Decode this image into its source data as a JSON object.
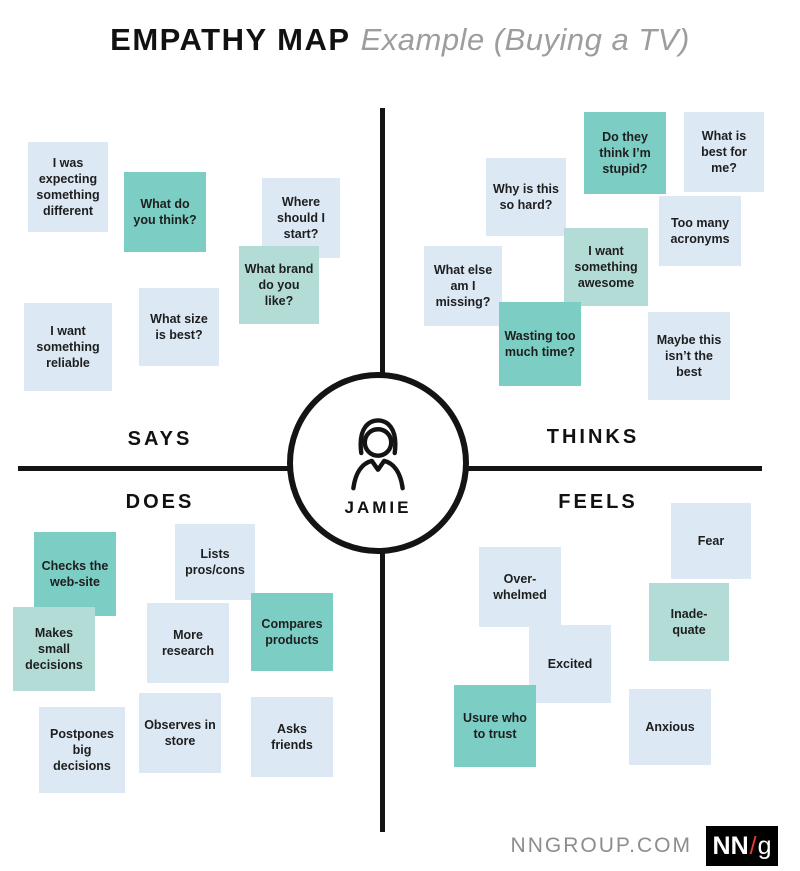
{
  "title": {
    "main": "EMPATHY MAP",
    "sub": "Example (Buying a TV)"
  },
  "center": {
    "name": "JAMIE",
    "icon": "person-icon"
  },
  "quadrants": {
    "says": {
      "label": "SAYS",
      "notes": [
        {
          "text": "I was expecting something different",
          "color": "blue"
        },
        {
          "text": "What do you think?",
          "color": "teal"
        },
        {
          "text": "Where should I start?",
          "color": "blue"
        },
        {
          "text": "What brand do you like?",
          "color": "mint"
        },
        {
          "text": "What size is best?",
          "color": "blue"
        },
        {
          "text": "I want something reliable",
          "color": "blue"
        }
      ]
    },
    "thinks": {
      "label": "THINKS",
      "notes": [
        {
          "text": "Do they think I’m stupid?",
          "color": "teal"
        },
        {
          "text": "What is best for me?",
          "color": "blue"
        },
        {
          "text": "Why is this so hard?",
          "color": "blue"
        },
        {
          "text": "Too many acronyms",
          "color": "blue"
        },
        {
          "text": "I want something awesome",
          "color": "mint"
        },
        {
          "text": "What else am I missing?",
          "color": "blue"
        },
        {
          "text": "Wasting too much time?",
          "color": "teal"
        },
        {
          "text": "Maybe this isn’t the best",
          "color": "blue"
        }
      ]
    },
    "does": {
      "label": "DOES",
      "notes": [
        {
          "text": "Checks the web-site",
          "color": "teal"
        },
        {
          "text": "Lists pros/cons",
          "color": "blue"
        },
        {
          "text": "Makes small decisions",
          "color": "mint"
        },
        {
          "text": "More research",
          "color": "blue"
        },
        {
          "text": "Compares products",
          "color": "teal"
        },
        {
          "text": "Postpones big decisions",
          "color": "blue"
        },
        {
          "text": "Observes in store",
          "color": "blue"
        },
        {
          "text": "Asks friends",
          "color": "blue"
        }
      ]
    },
    "feels": {
      "label": "FEELS",
      "notes": [
        {
          "text": "Fear",
          "color": "blue"
        },
        {
          "text": "Over-whelmed",
          "color": "blue"
        },
        {
          "text": "Inade-quate",
          "color": "mint"
        },
        {
          "text": "Excited",
          "color": "blue"
        },
        {
          "text": "Usure who to trust",
          "color": "teal"
        },
        {
          "text": "Anxious",
          "color": "blue"
        }
      ]
    }
  },
  "footer": {
    "site": "NNGROUP.COM",
    "logo": {
      "nn": "NN",
      "slash": "/",
      "g": "g"
    }
  },
  "colors": {
    "note_blue": "#dce8f4",
    "note_teal": "#7ccdc4",
    "note_mint": "#b3dcd6",
    "logo_red": "#e8392e",
    "axis_black": "#141414",
    "subtitle_gray": "#9d9d9d"
  }
}
